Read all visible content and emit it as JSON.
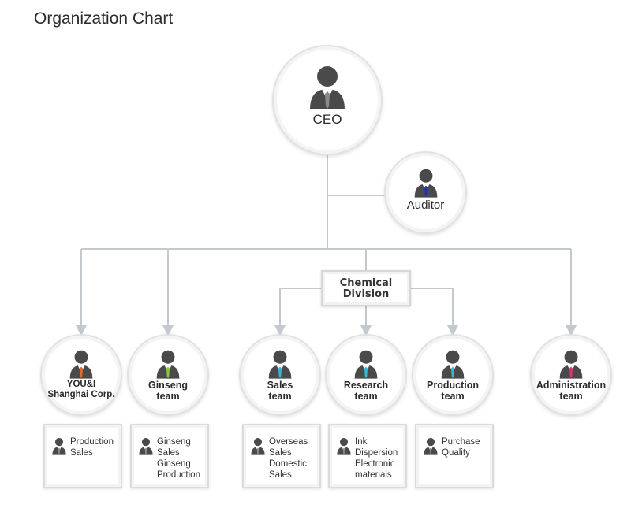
{
  "title": "Organization Chart",
  "ceo": {
    "label": "CEO",
    "tie_color": "#8a8a8a"
  },
  "auditor": {
    "label": "Auditor",
    "tie_color": "#2233aa"
  },
  "division": {
    "line1": "Chemical",
    "line2": "Division"
  },
  "teams": [
    {
      "id": "youi",
      "line1": "YOU&I",
      "line2": "Shanghai Corp.",
      "tie_color": "#e06a2a",
      "duties": [
        "Production",
        "Sales"
      ]
    },
    {
      "id": "ginseng",
      "line1": "Ginseng",
      "line2": "team",
      "tie_color": "#8ec63f",
      "duties": [
        "Ginseng",
        "Sales",
        "Ginseng",
        "Production"
      ]
    },
    {
      "id": "sales",
      "line1": "Sales",
      "line2": "team",
      "tie_color": "#3ab6d8",
      "duties": [
        "Overseas",
        "Sales",
        "Domestic",
        "Sales"
      ]
    },
    {
      "id": "research",
      "line1": "Research",
      "line2": "team",
      "tie_color": "#3ab6d8",
      "duties": [
        "Ink",
        "Dispersion",
        "Electronic",
        "materials"
      ]
    },
    {
      "id": "production",
      "line1": "Production",
      "line2": "team",
      "tie_color": "#3ab6d8",
      "duties": [
        "Purchase",
        "Quality"
      ]
    },
    {
      "id": "administration",
      "line1": "Administration",
      "line2": "team",
      "tie_color": "#e0307a",
      "duties": []
    }
  ],
  "colors": {
    "connector": "#c3c9cc",
    "node_border": "#e2e2e2",
    "person": "#4a4a4a"
  },
  "icons": {
    "person": "person-icon",
    "arrow": "arrow-down-icon"
  }
}
